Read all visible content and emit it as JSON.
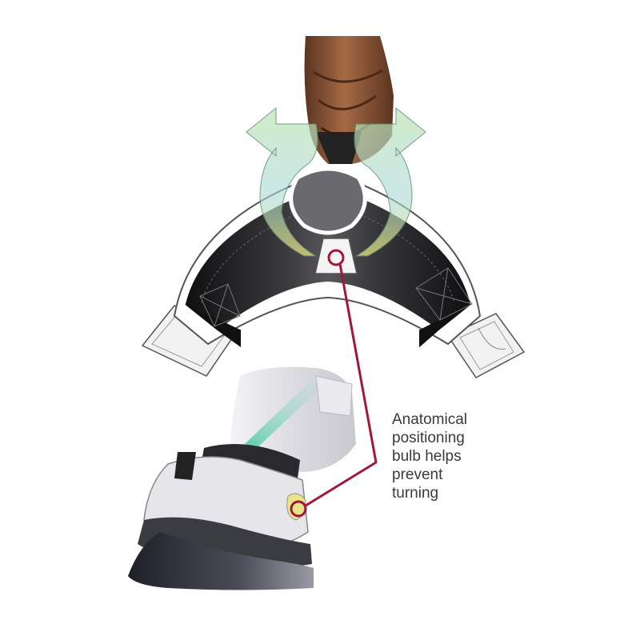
{
  "callout": {
    "lines": [
      "Anatomical",
      "positioning",
      "bulb helps",
      "prevent",
      "turning"
    ]
  },
  "colors": {
    "callout_line": "#a3173a",
    "boot_dark": "#1c1c1e",
    "boot_outline": "#ffffff",
    "leg_brown": "#8a5030",
    "arrow_green": "#b9dfa8",
    "arrow_yellow": "#e4e07a",
    "hoof": "#2b2b33"
  },
  "icons": [
    "rotation-arrow-icon",
    "positioning-bulb-icon"
  ]
}
